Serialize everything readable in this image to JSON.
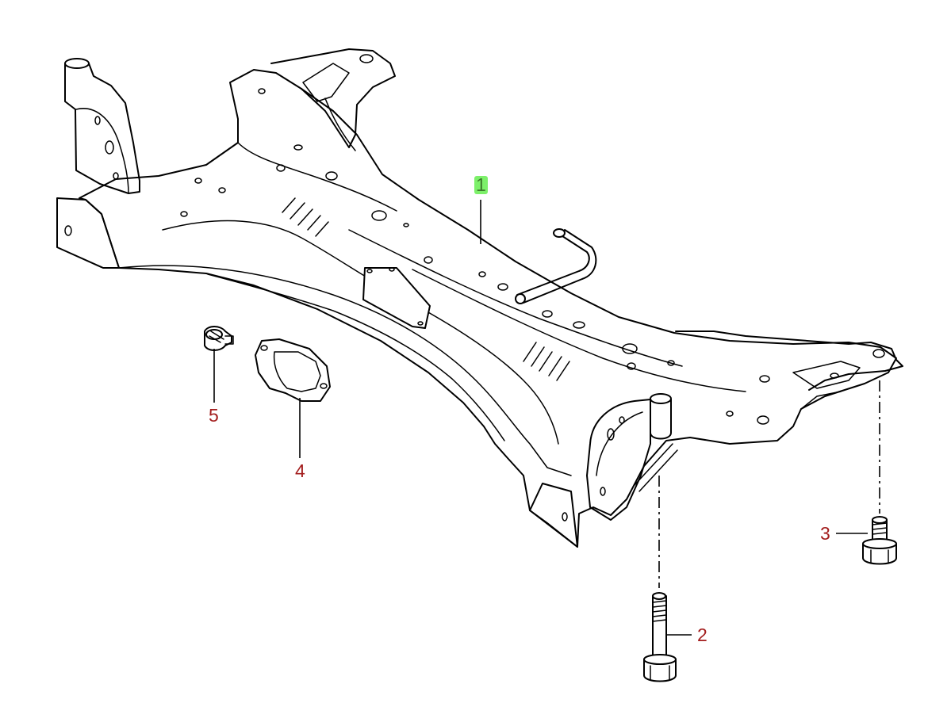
{
  "callouts": [
    {
      "id": "1",
      "label": "1",
      "highlighted": true
    },
    {
      "id": "2",
      "label": "2",
      "highlighted": false
    },
    {
      "id": "3",
      "label": "3",
      "highlighted": false
    },
    {
      "id": "4",
      "label": "4",
      "highlighted": false
    },
    {
      "id": "5",
      "label": "5",
      "highlighted": false
    }
  ],
  "colors": {
    "callout_text": "#a31d1d",
    "callout_text_highlighted": "#3c7a2a",
    "highlight_bg": "#7df06a",
    "line": "#000000",
    "background": "#ffffff"
  }
}
